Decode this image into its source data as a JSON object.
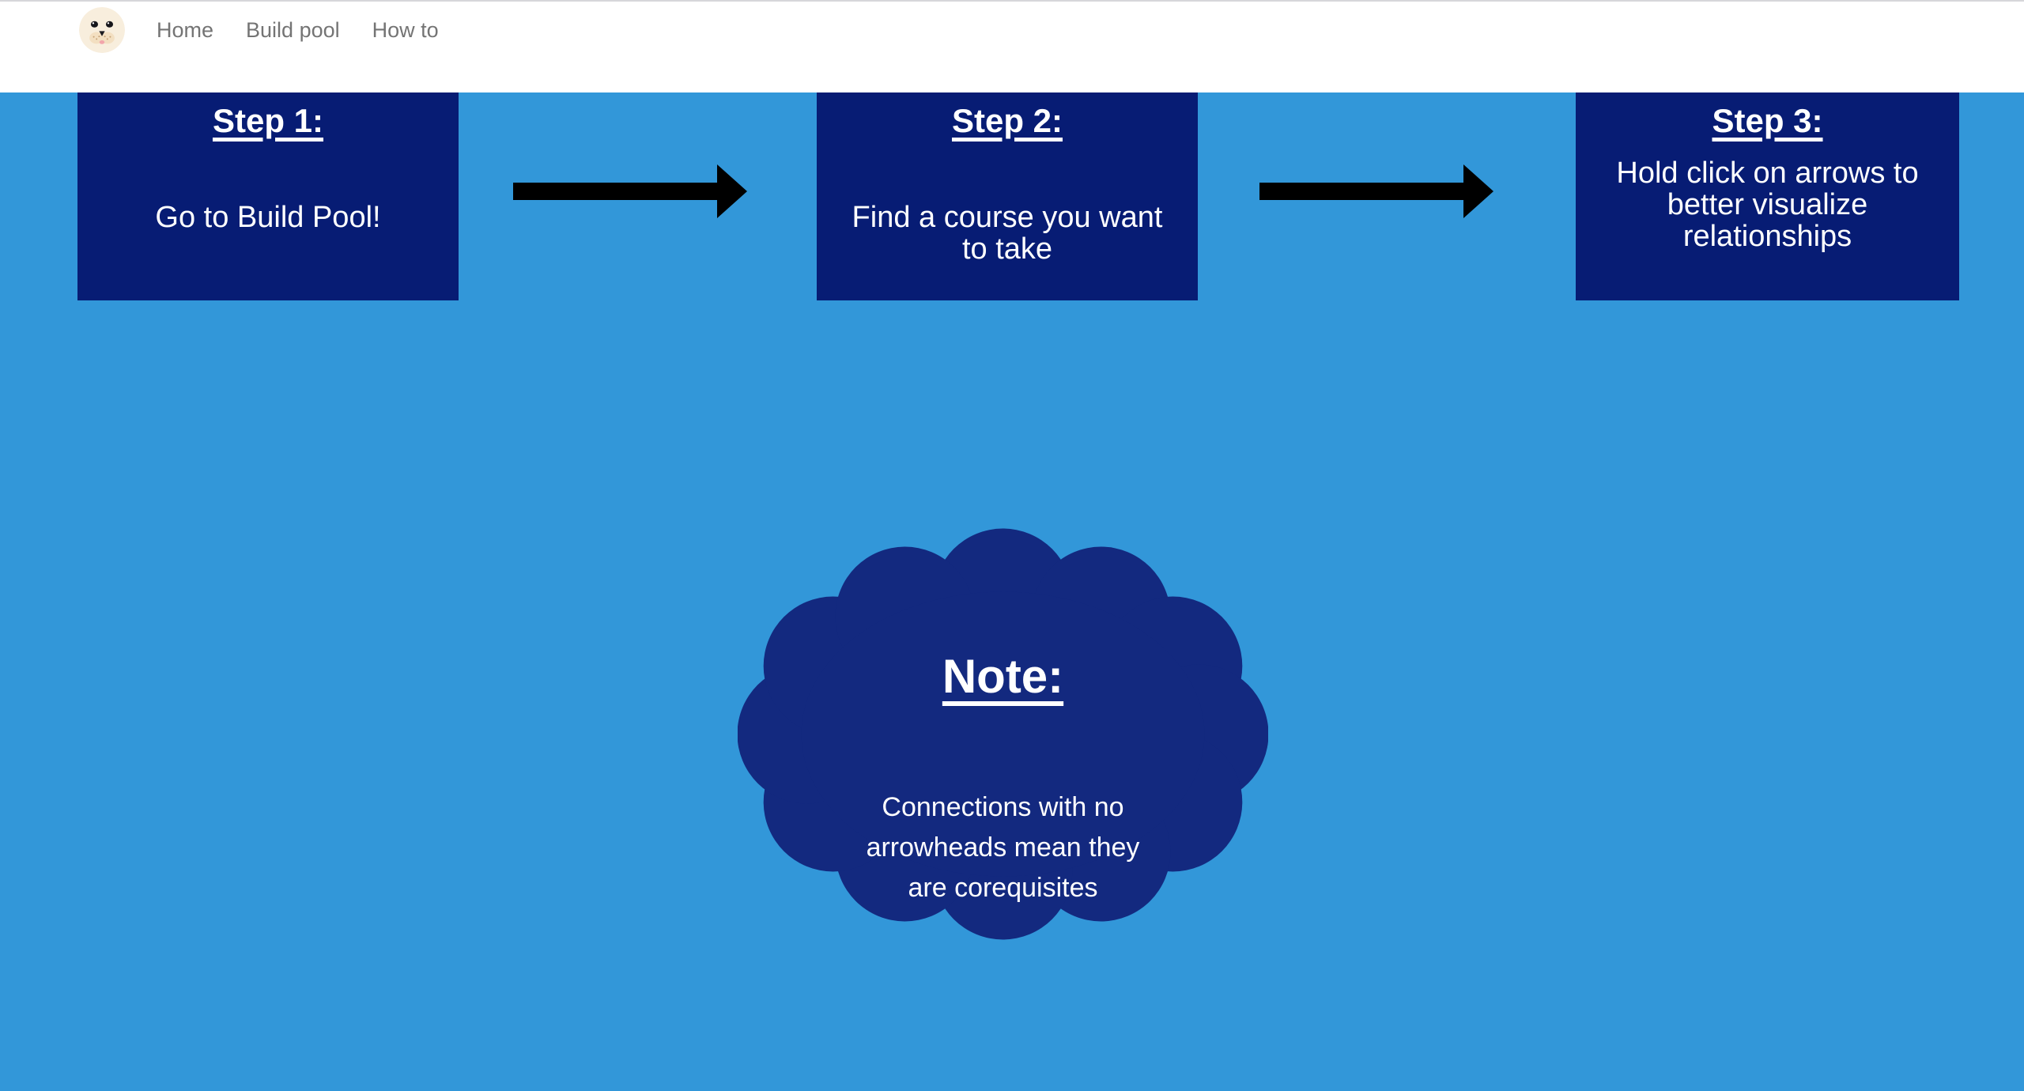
{
  "nav": {
    "logo_name": "seal-face-avatar",
    "items": [
      {
        "label": "Home"
      },
      {
        "label": "Build pool"
      },
      {
        "label": "How to"
      }
    ]
  },
  "steps": [
    {
      "heading": "Step 1:",
      "body_lines": [
        "Go to Build Pool!"
      ]
    },
    {
      "heading": "Step 2:",
      "body_lines": [
        "Find a course you want",
        "to take"
      ]
    },
    {
      "heading": "Step 3:",
      "body_lines": [
        "Hold click on arrows to",
        "better visualize",
        "relationships"
      ]
    }
  ],
  "note": {
    "heading": "Note:",
    "body_lines": [
      "Connections with no",
      "arrowheads mean they",
      "are corequisites"
    ]
  },
  "colors": {
    "background_blue": "#3297d9",
    "step_box_navy": "#071c74",
    "note_flower_navy": "#13297f",
    "arrow_black": "#000000",
    "nav_text_gray": "#747474",
    "header_white": "#ffffff",
    "header_top_border": "#d6d6da",
    "text_white": "#ffffff"
  }
}
